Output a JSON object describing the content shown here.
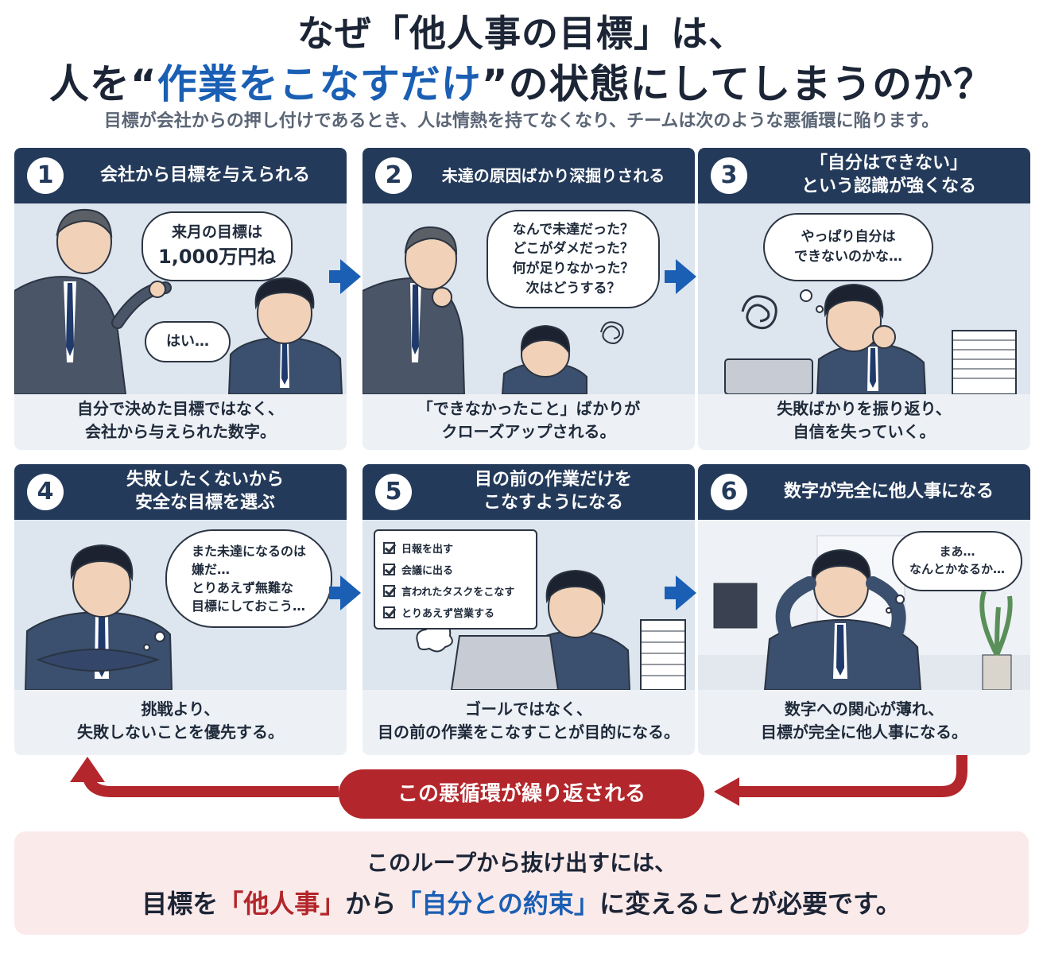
{
  "header": {
    "title_line1": "なぜ「他人事の目標」は、",
    "title_line2_before": "人を“",
    "title_line2_accent": "作業をこなすだけ",
    "title_line2_after": "”の状態にしてしまうのか？",
    "subtitle": "目標が会社からの押し付けであるとき、人は情熱を持てなくなり、チームは次のような悪循環に陥ります。"
  },
  "colors": {
    "navy": "#243a5a",
    "accent_blue": "#1a5fb4",
    "loop_red": "#b3262b",
    "highlight_yellow": "#f5c842",
    "panel_bg": "#edf1f6",
    "conclusion_bg": "#fbeaea"
  },
  "panels": [
    {
      "number": "1",
      "title": "会社から目標を与えられる",
      "bubbles": [
        "来月の目標は",
        "1,000万円ね",
        "はい…"
      ],
      "caption_line1": "自分で決めた目標ではなく、",
      "caption_line2": "会社から与えられた数字。"
    },
    {
      "number": "2",
      "title": "未達の原因ばかり深掘りされる",
      "bubbles": [
        "なんで未達だった？",
        "どこがダメだった？",
        "何が足りなかった？",
        "次はどうする？"
      ],
      "caption_line1": "「できなかったこと」ばかりが",
      "caption_line2": "クローズアップされる。"
    },
    {
      "number": "3",
      "title_line1": "「自分はできない」",
      "title_line2": "という認識が強くなる",
      "bubbles": [
        "やっぱり自分は",
        "できないのかな…"
      ],
      "caption_line1": "失敗ばかりを振り返り、",
      "caption_line2": "自信を失っていく。"
    },
    {
      "number": "4",
      "title_line1": "失敗したくないから",
      "title_line2": "安全な目標を選ぶ",
      "bubbles": [
        "また未達になるのは",
        "嫌だ…",
        "とりあえず無難な",
        "目標にしておこう…"
      ],
      "caption_line1": "挑戦より、",
      "caption_line2": "失敗しないことを優先する。"
    },
    {
      "number": "5",
      "title_line1": "目の前の作業だけを",
      "title_line2": "こなすようになる",
      "checklist": [
        "日報を出す",
        "会議に出る",
        "言われたタスクをこなす",
        "とりあえず営業する"
      ],
      "caption_line1": "ゴールではなく、",
      "caption_line2": "目の前の作業をこなすことが目的になる。"
    },
    {
      "number": "6",
      "title": "数字が完全に他人事になる",
      "bubbles": [
        "まあ…",
        "なんとかなるか…"
      ],
      "caption_line1": "数字への関心が薄れ、",
      "caption_line2": "目標が完全に他人事になる。"
    }
  ],
  "icons": [
    "right-arrow-icon",
    "loop-back-arrow-icon",
    "checkbox-checked-icon",
    "scribble-stress-icon",
    "sweat-lines-icon",
    "paper-stack-icon",
    "laptop-icon",
    "potted-plant-icon",
    "puff-sigh-icon"
  ],
  "loop": {
    "label": "この悪循環が繰り返される"
  },
  "conclusion": {
    "line1": "このループから抜け出すには、",
    "line2_before": "目標を",
    "line2_hl1": "「他人事」",
    "line2_middle": "から",
    "line2_hl2": "「自分との約束」",
    "line2_after": "に変えることが必要です。"
  }
}
